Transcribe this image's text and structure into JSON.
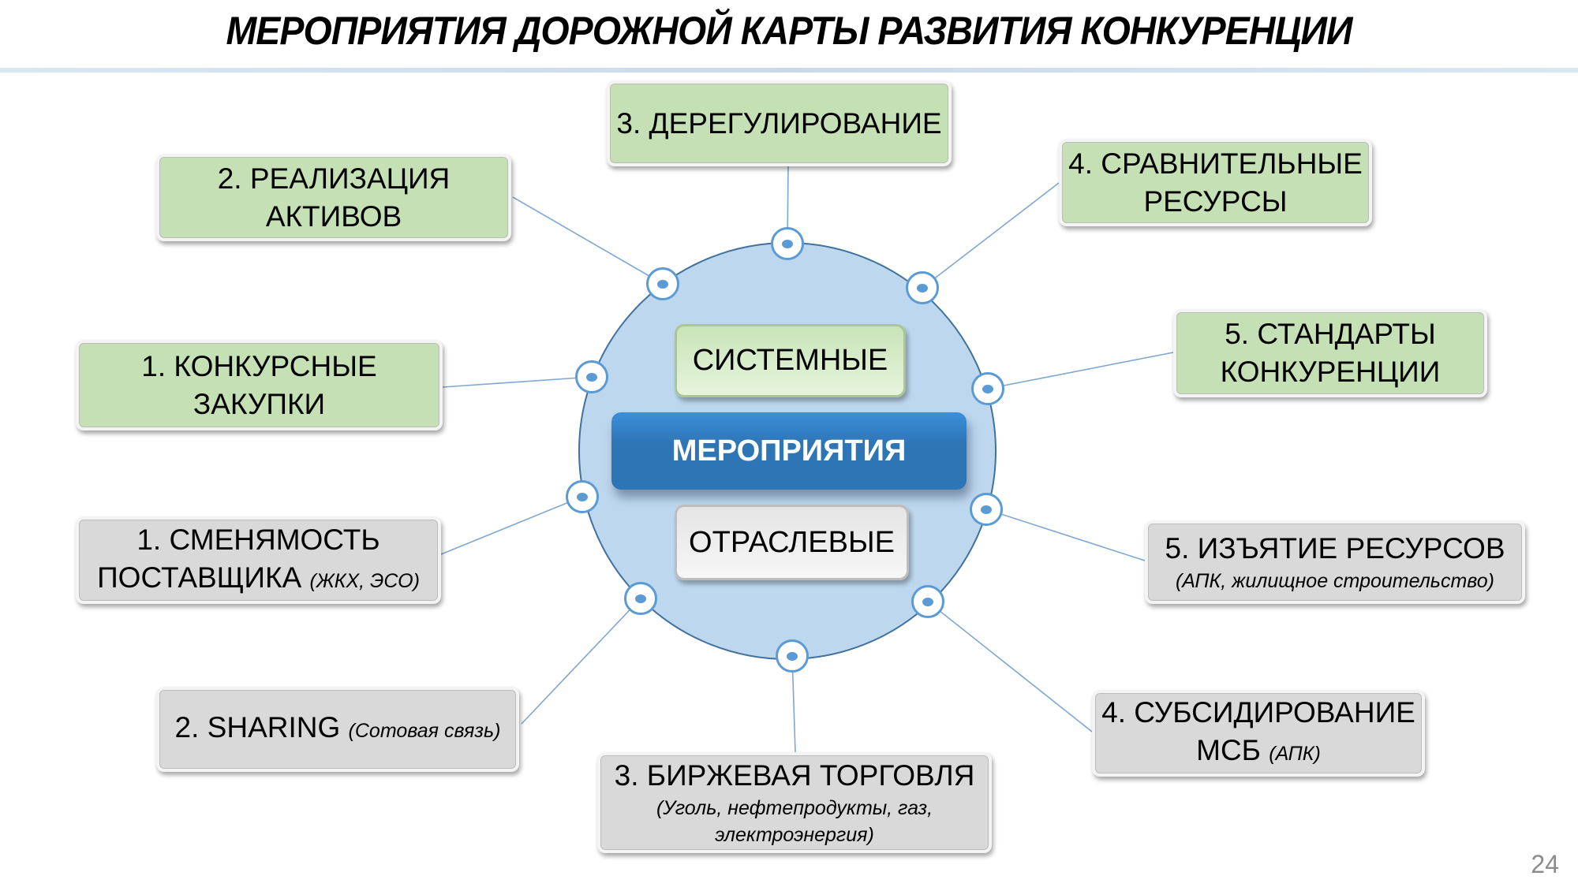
{
  "title": "МЕРОПРИЯТИЯ ДОРОЖНОЙ КАРТЫ РАЗВИТИЯ КОНКУРЕНЦИИ",
  "center": {
    "main": "МЕРОПРИЯТИЯ",
    "systemic": "СИСТЕМНЫЕ",
    "sectoral": "ОТРАСЛЕВЫЕ"
  },
  "systemic_items": [
    {
      "line1": "1. КОНКУРСНЫЕ",
      "line2": "ЗАКУПКИ"
    },
    {
      "line1": "2. РЕАЛИЗАЦИЯ",
      "line2": "АКТИВОВ"
    },
    {
      "line1": "3. ДЕРЕГУЛИРОВАНИЕ"
    },
    {
      "line1": "4. СРАВНИТЕЛЬНЫЕ",
      "line2": "РЕСУРСЫ"
    },
    {
      "line1": "5. СТАНДАРТЫ",
      "line2": "КОНКУРЕНЦИИ"
    }
  ],
  "sectoral_items": [
    {
      "line1": "1. СМЕНЯМОСТЬ",
      "line2": "ПОСТАВЩИКА",
      "note": "(ЖКХ, ЭСО)"
    },
    {
      "line1": "2. SHARING",
      "note": "(Сотовая связь)"
    },
    {
      "line1": "3. БИРЖЕВАЯ ТОРГОВЛЯ",
      "note": "(Уголь, нефтепродукты, газ,",
      "note2": "электроэнергия)"
    },
    {
      "line1": "4. СУБСИДИРОВАНИЕ",
      "line2": "МСБ",
      "note": "(АПК)"
    },
    {
      "line1": "5. ИЗЪЯТИЕ РЕСУРСОВ",
      "note": "(АПК, жилищное строительство)"
    }
  ],
  "page_number": "24",
  "colors": {
    "systemic": "#c5e0b4",
    "sectoral": "#d9d9d9",
    "accent": "#2e75b6",
    "circle": "#bdd7ee"
  }
}
